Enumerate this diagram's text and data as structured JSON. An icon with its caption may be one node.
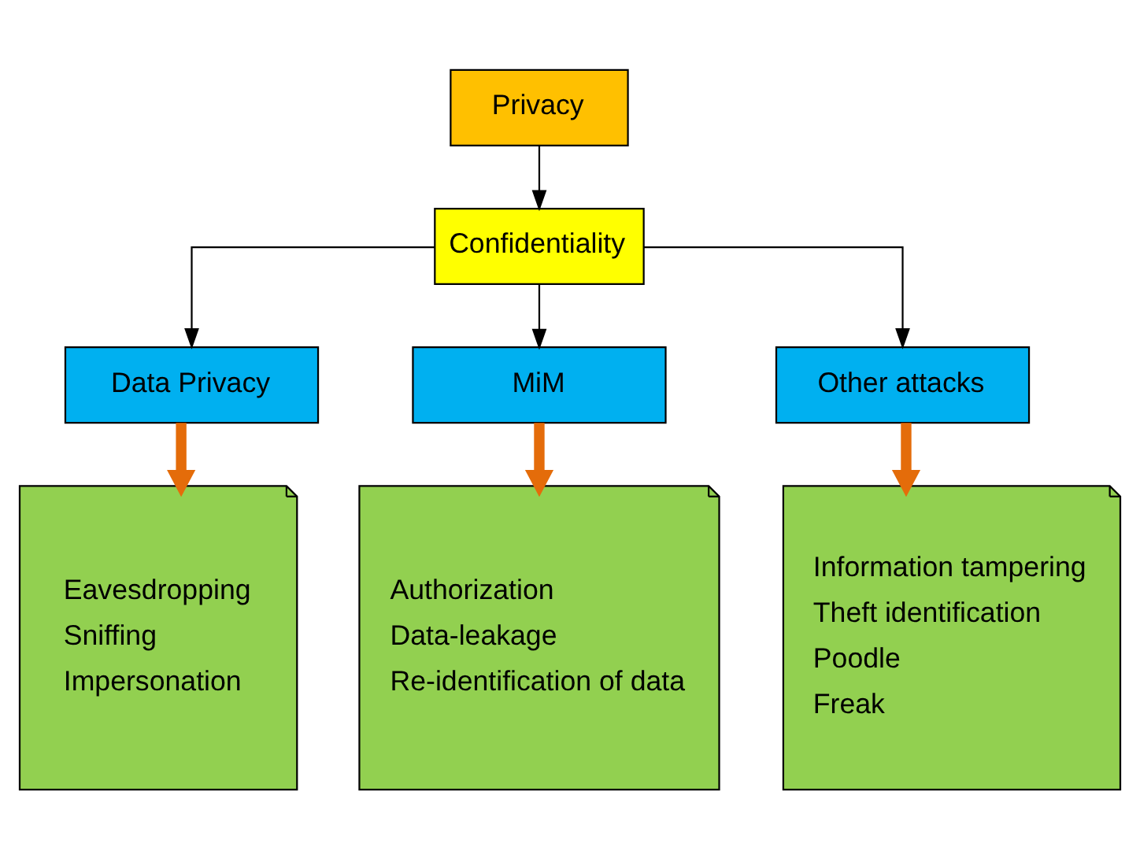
{
  "diagram": {
    "nodes": [
      {
        "text": [
          "Privacy"
        ]
      },
      {
        "text": [
          "Confidentiality"
        ]
      },
      {
        "text": [
          "Data Privacy"
        ]
      },
      {
        "text": [
          "MiM"
        ]
      },
      {
        "text": [
          "Other attacks"
        ]
      },
      {
        "text": [
          "Eavesdropping",
          "Sniffing",
          "Impersonation"
        ]
      },
      {
        "text": [
          "Authorization",
          "Data-leakage",
          "Re-identification of data"
        ]
      },
      {
        "text": [
          "Information tampering",
          "Theft identification",
          "Poodle",
          "Freak"
        ]
      }
    ],
    "edges": [
      {
        "from": 0,
        "to": 1,
        "arrow": "to"
      },
      {
        "from": 1,
        "to": 2,
        "arrow": "to"
      },
      {
        "from": 1,
        "to": 3,
        "arrow": "to"
      },
      {
        "from": 1,
        "to": 4,
        "arrow": "to"
      },
      {
        "from": 2,
        "to": 5,
        "arrow": "to",
        "style": "thick",
        "color": "#e46c0a"
      },
      {
        "from": 3,
        "to": 6,
        "arrow": "to",
        "style": "thick",
        "color": "#e46c0a"
      },
      {
        "from": 4,
        "to": 7,
        "arrow": "to",
        "style": "thick",
        "color": "#e46c0a"
      }
    ]
  }
}
